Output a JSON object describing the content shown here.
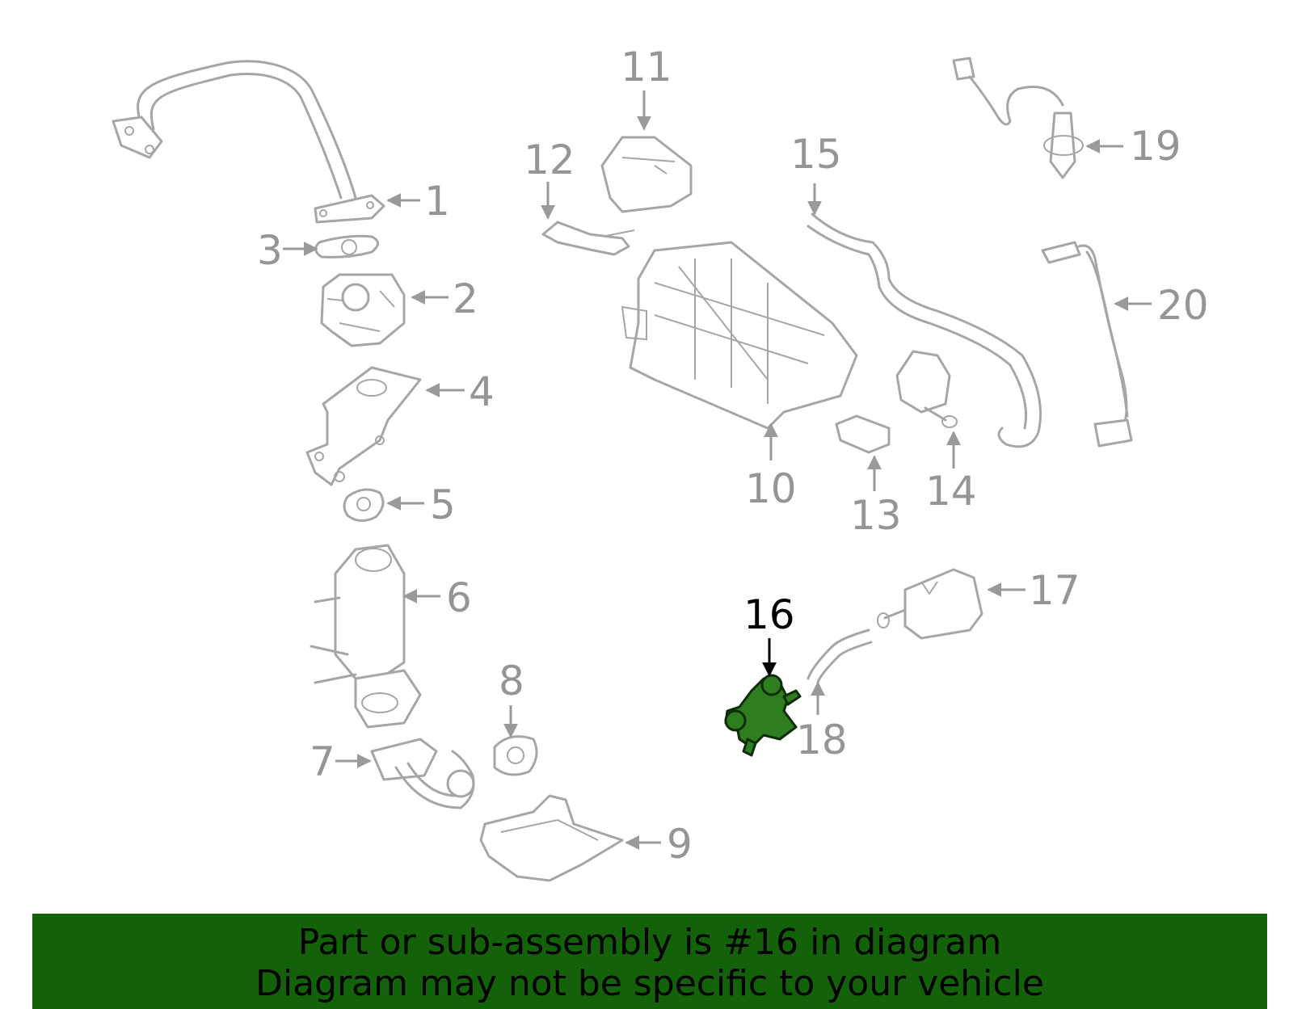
{
  "diagram": {
    "highlighted_part": "16",
    "highlight_color": "#2e7d1f",
    "part_color": "#a6a6a6",
    "callouts": {
      "c1": "1",
      "c2": "2",
      "c3": "3",
      "c4": "4",
      "c5": "5",
      "c6": "6",
      "c7": "7",
      "c8": "8",
      "c9": "9",
      "c10": "10",
      "c11": "11",
      "c12": "12",
      "c13": "13",
      "c14": "14",
      "c15": "15",
      "c16": "16",
      "c17": "17",
      "c18": "18",
      "c19": "19",
      "c20": "20"
    }
  },
  "banner": {
    "background": "#136209",
    "line1": "Part or sub-assembly is #16 in diagram",
    "line2": "Diagram may not be specific to your vehicle"
  }
}
